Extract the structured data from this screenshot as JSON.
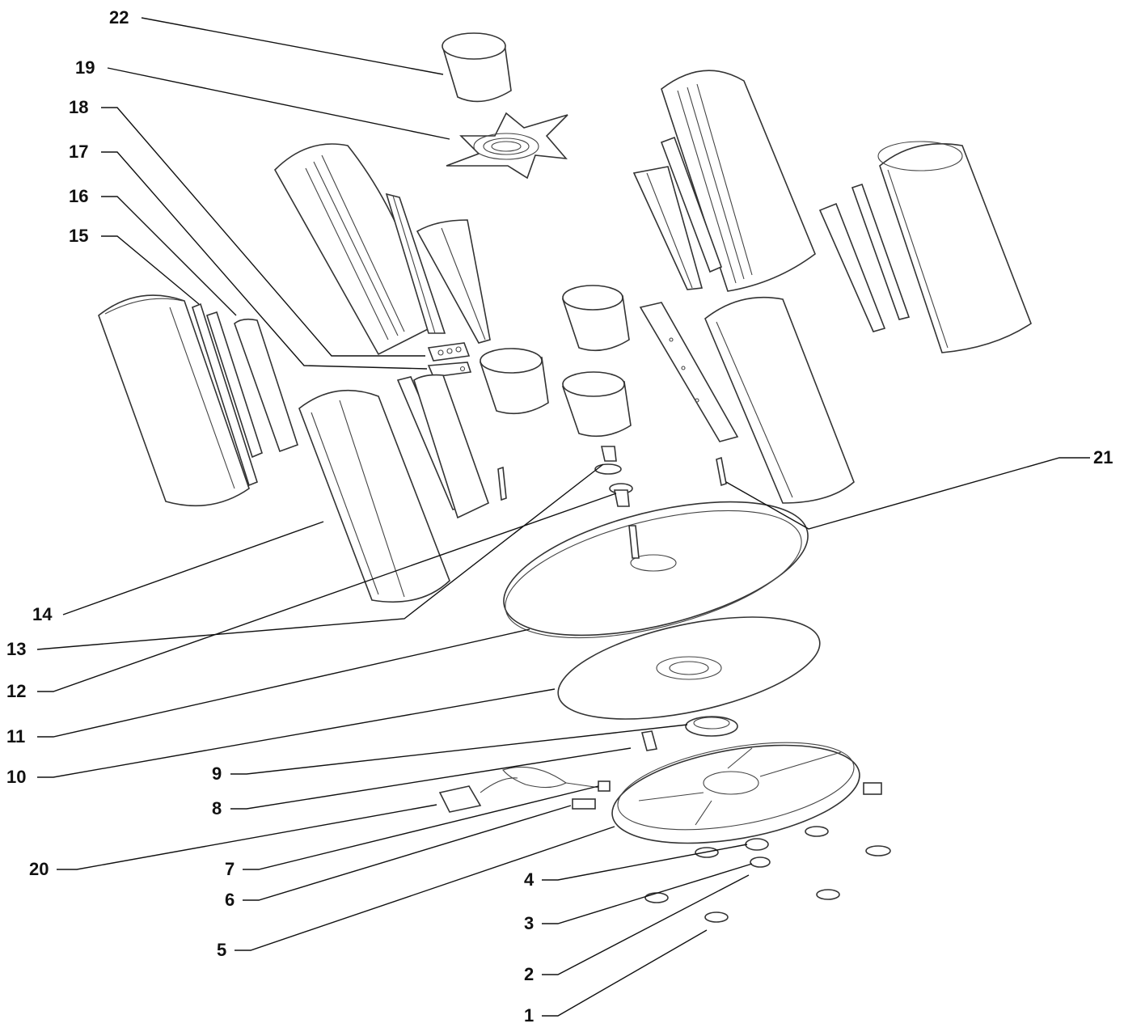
{
  "diagram": {
    "callouts": [
      {
        "id": "22",
        "label": "22"
      },
      {
        "id": "19",
        "label": "19"
      },
      {
        "id": "18",
        "label": "18"
      },
      {
        "id": "17",
        "label": "17"
      },
      {
        "id": "16",
        "label": "16"
      },
      {
        "id": "15",
        "label": "15"
      },
      {
        "id": "14",
        "label": "14"
      },
      {
        "id": "13",
        "label": "13"
      },
      {
        "id": "12",
        "label": "12"
      },
      {
        "id": "11",
        "label": "11"
      },
      {
        "id": "10",
        "label": "10"
      },
      {
        "id": "9",
        "label": "9"
      },
      {
        "id": "8",
        "label": "8"
      },
      {
        "id": "20",
        "label": "20"
      },
      {
        "id": "7",
        "label": "7"
      },
      {
        "id": "6",
        "label": "6"
      },
      {
        "id": "5",
        "label": "5"
      },
      {
        "id": "4",
        "label": "4"
      },
      {
        "id": "3",
        "label": "3"
      },
      {
        "id": "2",
        "label": "2"
      },
      {
        "id": "1",
        "label": "1"
      },
      {
        "id": "21",
        "label": "21"
      }
    ]
  }
}
